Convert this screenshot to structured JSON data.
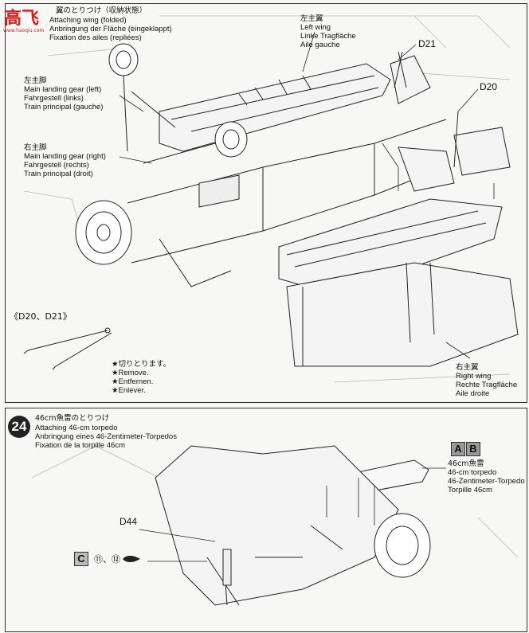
{
  "watermark": {
    "text": "高飞",
    "domain": "www.haoqiu.com"
  },
  "step23": {
    "title_jp": "翼のとりつけ（収納状態）",
    "title_en": "Attaching wing (folded)",
    "title_de": "Anbringung der Fläche (eingeklappt)",
    "title_fr": "Fixation des ailes (repliées)",
    "left_wing": {
      "jp": "左主翼",
      "en": "Left wing",
      "de": "Linke Tragfläche",
      "fr": "Aile gauche"
    },
    "main_gear_left": {
      "jp": "左主脚",
      "en": "Main landing gear (left)",
      "de": "Fahrgestell (links)",
      "fr": "Train principal (gauche)"
    },
    "main_gear_right": {
      "jp": "右主脚",
      "en": "Main landing gear (right)",
      "de": "Fahrgestell (rechts)",
      "fr": "Train principal (droit)"
    },
    "right_wing": {
      "jp": "右主翼",
      "en": "Right wing",
      "de": "Rechte Tragfläche",
      "fr": "Aile droite"
    },
    "part_d21": "D21",
    "part_d20": "D20",
    "parts_detail": "《D20、D21》",
    "remove": {
      "jp": "★切りとります。",
      "en": "★Remove.",
      "de": "★Entfernen.",
      "fr": "★Enlever."
    }
  },
  "step24": {
    "number": "24",
    "title_jp": "46cm魚雷のとりつけ",
    "title_en": "Attaching 46-cm torpedo",
    "title_de": "Anbringung eines 46-Zentimeter-Torpedos",
    "title_fr": "Fixation de la torpille 46cm",
    "variant_a": "A",
    "variant_b": "B",
    "torpedo": {
      "jp": "46cm魚雷",
      "en": "46-cm torpedo",
      "de": "46-Zentimeter-Torpedo",
      "fr": "Torpille 46cm"
    },
    "part_d44": "D44",
    "variant_c": "C",
    "decal_refs": "⑪、⑫"
  }
}
